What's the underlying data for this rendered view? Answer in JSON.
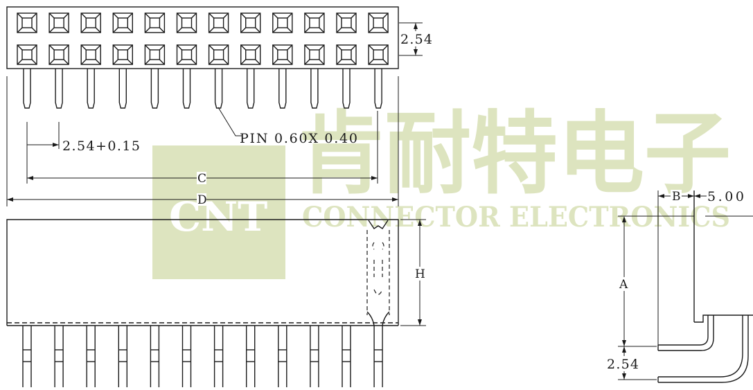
{
  "watermark": {
    "logo_text": "CNT",
    "chinese_text": "肯耐特电子",
    "english_text": "CONNECTOR ELECTRONICS",
    "color": "#dde4bf"
  },
  "colors": {
    "ink": "#1a1a1a",
    "background": "#ffffff"
  },
  "drawing": {
    "pin_count_per_row": 12,
    "row_count": 2
  },
  "dimensions": {
    "row_pitch": "2.54",
    "pin_pitch": "2.54+0.15",
    "pin_size": "PIN 0.60X 0.40",
    "overall_c": "C",
    "overall_d": "D",
    "height_h": "H",
    "side_a": "A",
    "side_b": "B",
    "side_offset": "5.00",
    "side_pitch": "2.54"
  }
}
